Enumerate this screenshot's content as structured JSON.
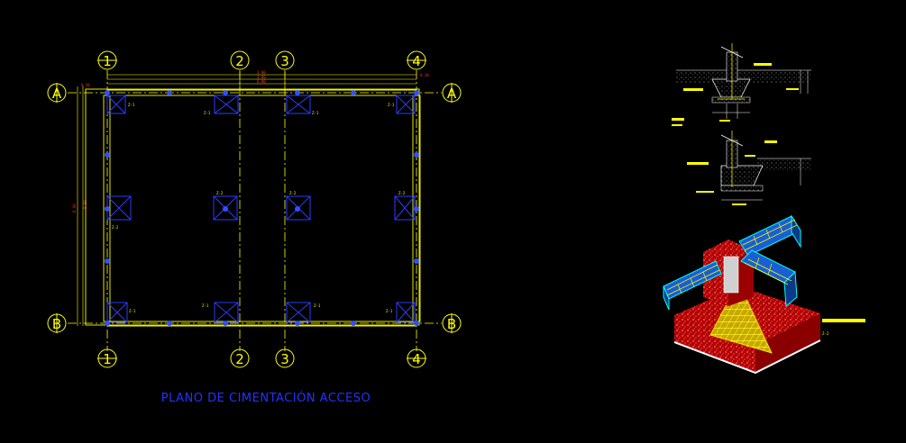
{
  "plan": {
    "title": "PLANO DE CIMENTACIÓN ACCESO",
    "grid_columns": [
      "1",
      "2",
      "3",
      "4"
    ],
    "grid_rows": [
      "A",
      "B"
    ],
    "footing_labels": [
      "Z-1",
      "Z-2"
    ]
  },
  "colors": {
    "background": "#000000",
    "grid_line": "#ffff00",
    "footing": "#2a3cff",
    "title": "#2233ff",
    "dimension": "#ff3030",
    "iso_concrete": "#cc0000",
    "iso_beam": "#1a5fd1",
    "iso_rebar": "#ffee00",
    "iso_edge": "#00ffff"
  },
  "icons": [
    "column-bubble-icon",
    "row-bubble-icon",
    "footing-icon",
    "column-section-icon"
  ]
}
